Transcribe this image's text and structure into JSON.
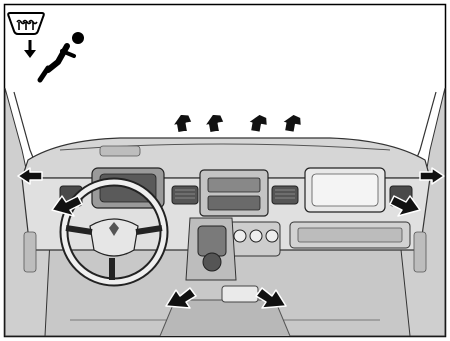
{
  "figure": {
    "mode_icons": [
      "defroster-icon",
      "passenger-seated-icon",
      "down-arrow-icon"
    ],
    "airflow_arrows": [
      "up-arrow",
      "up-arrow",
      "up-arrow",
      "up-arrow",
      "side-vent-arrow-left",
      "side-vent-arrow-right",
      "center-vent-arrow-left",
      "center-vent-arrow-right",
      "floor-arrow-left",
      "floor-arrow-right"
    ],
    "colors": {
      "border": "#000000",
      "cabin_fill": "#dcdcdc",
      "dark_fill": "#4a4a4a",
      "arrow_fill": "#111111",
      "arrow_outline": "#ffffff"
    }
  }
}
